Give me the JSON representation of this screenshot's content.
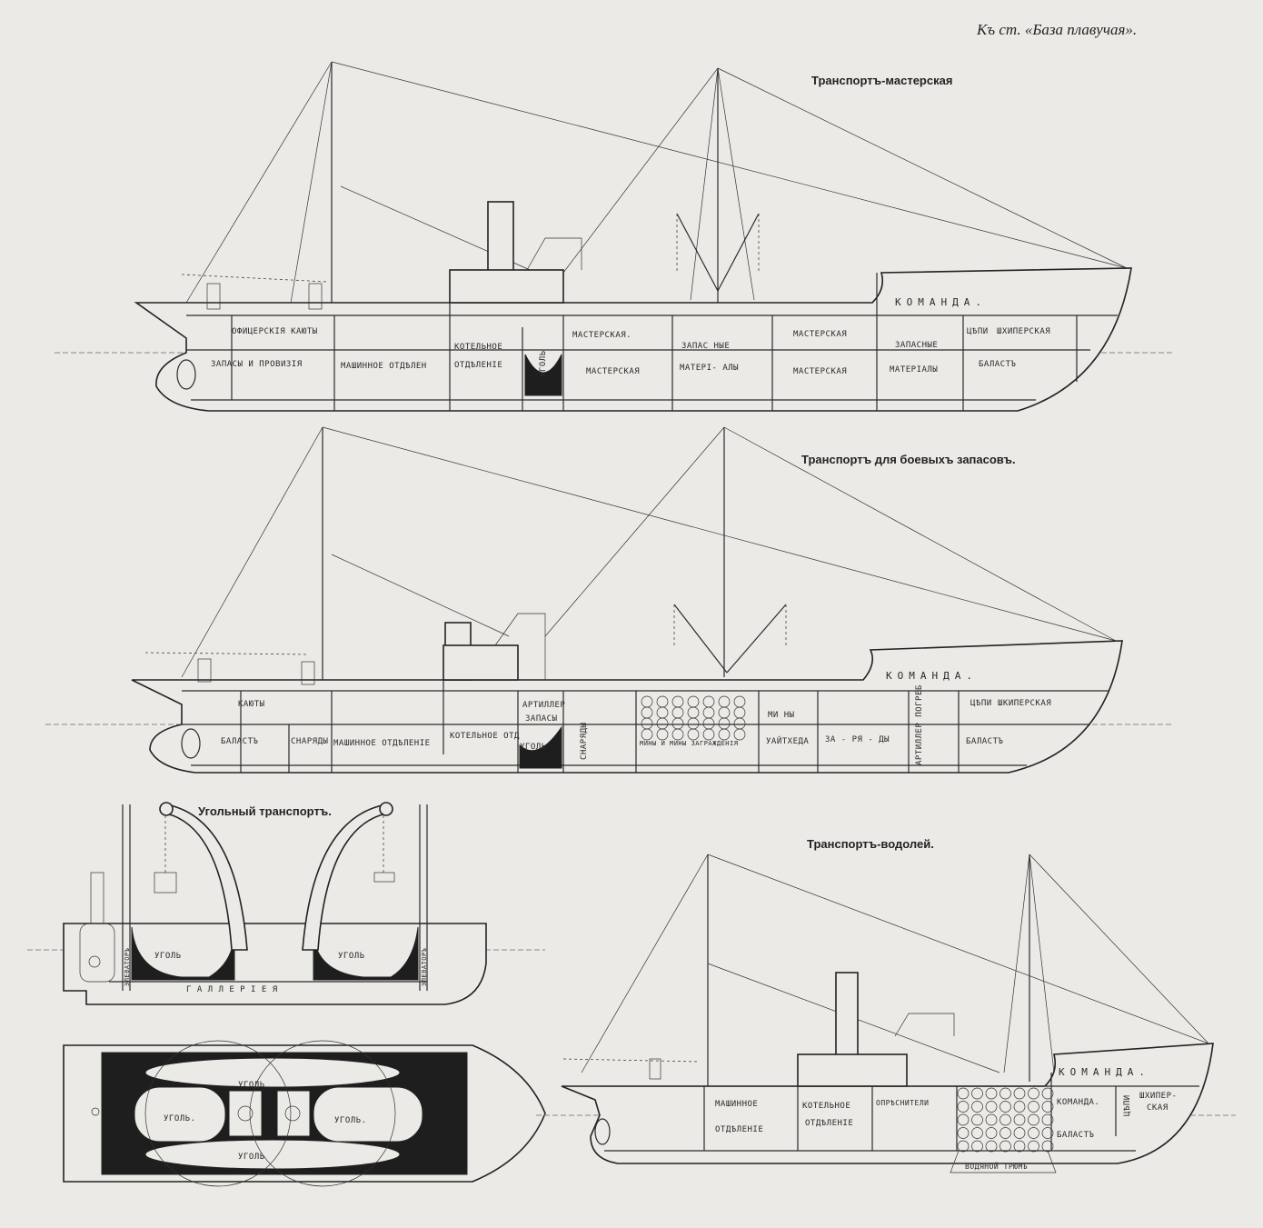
{
  "header": "Къ ст. «База плавучая».",
  "ships": {
    "workshop": {
      "title": "Транспортъ-мастерская",
      "labels": {
        "crew": "КОМАНДА.",
        "officers": "ОФИЦЕРСКІЯ КАЮТЫ",
        "stores": "ЗАПАСЫ И ПРОВИЗІЯ",
        "engine": "МАШИННОЕ ОТДѢЛЕН",
        "boiler1": "КОТЕЛЬНОЕ",
        "boiler2": "ОТДѢЛЕНІЕ",
        "coal": "УГОЛЬ",
        "workshop1": "МАСТЕРСКАЯ.",
        "workshop2": "МАСТЕРСКАЯ",
        "spare1a": "ЗАПАС  НЫЕ",
        "spare1b": "МАТЕРІ- АЛЫ",
        "workshop3": "МАСТЕРСКАЯ",
        "workshop4": "МАСТЕРСКАЯ",
        "spare2a": "ЗАПАСНЫЕ",
        "spare2b": "МАТЕРІАЛЫ",
        "chains": "ЦѢПИ",
        "skipper": "ШХИПЕРСКАЯ",
        "ballast": "БАЛАСТЪ"
      }
    },
    "munitions": {
      "title": "Транспортъ для боевыхъ запасовъ.",
      "labels": {
        "crew": "КОМАНДА.",
        "cabins": "КАЮТЫ",
        "ballast1": "БАЛАСТЪ",
        "shells1": "СНАРЯДЫ",
        "engine": "МАШИННОЕ ОТДѢЛЕНІЕ",
        "boiler": "КОТЕЛЬНОЕ ОТД",
        "artillery1": "АРТИЛЛЕР",
        "artillery2": "ЗАПАСЫ",
        "coal": "УГОЛЬ",
        "shells2": "СНАРЯДЫ",
        "mines_barrage": "МИНЫ И МИНЫ ЗАГРАЖДЕНІЯ",
        "mines": "МИ    НЫ",
        "whitehead": "УАЙТХЕДА",
        "charges": "ЗА - РЯ - ДЫ",
        "art_magazine": "АРТИЛЛЕР ПОГРЕБ",
        "chains": "ЦѢПИ",
        "skipper": "ШКИПЕРСКАЯ",
        "ballast2": "БАЛАСТЪ"
      }
    },
    "collier": {
      "title": "Угольный транспортъ.",
      "labels": {
        "coal_left": "УГОЛЬ",
        "coal_right": "УГОЛЬ",
        "gallery": "Г А Л Л Е Р І Е Я",
        "elevator_left": "ЭЛЕВАТОРЪ",
        "elevator_right": "ЭЛЕВАТОРЪ",
        "plan_coal_top": "УГОЛЬ",
        "plan_coal_left": "УГОЛЬ.",
        "plan_coal_right": "УГОЛЬ.",
        "plan_coal_bottom": "УГОЛЬ"
      }
    },
    "water": {
      "title": "Транспортъ-водолей.",
      "labels": {
        "crew": "КОМАНДА.",
        "engine1": "МАШИННОЕ",
        "engine2": "ОТДѢЛЕНІЕ",
        "boiler1": "КОТЕЛЬНОЕ",
        "boiler2": "ОТДѢЛЕНІЕ",
        "distillers": "ОПРѢСНИТЕЛИ",
        "crew2": "КОМАНДА.",
        "chains": "ЦѢПИ",
        "skipper1": "ШХИПЕР-",
        "skipper2": "СКАЯ",
        "ballast": "БАЛАСТЪ",
        "water_hold": "ВОДЯНОЙ ТРЮМЪ"
      }
    }
  }
}
